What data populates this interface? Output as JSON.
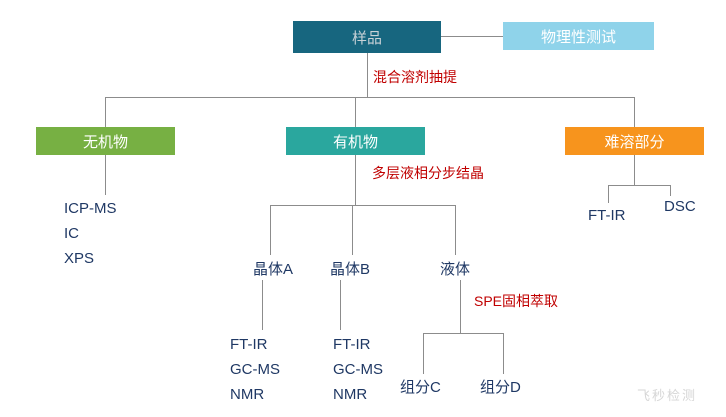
{
  "diagram": {
    "root": {
      "label": "样品"
    },
    "physical_test": {
      "label": "物理性测试"
    },
    "extraction_step": {
      "label": "混合溶剂抽提"
    },
    "inorganic": {
      "label": "无机物",
      "methods": [
        "ICP-MS",
        "IC",
        "XPS"
      ]
    },
    "organic": {
      "label": "有机物",
      "step": {
        "label": "多层液相分步结晶"
      },
      "crystal_a": {
        "label": "晶体A",
        "methods": [
          "FT-IR",
          "GC-MS",
          "NMR"
        ]
      },
      "crystal_b": {
        "label": "晶体B",
        "methods": [
          "FT-IR",
          "GC-MS",
          "NMR"
        ]
      },
      "liquid": {
        "label": "液体",
        "step": {
          "label": "SPE固相萃取"
        },
        "component_c": {
          "label": "组分C"
        },
        "component_d": {
          "label": "组分D"
        }
      }
    },
    "insoluble": {
      "label": "难溶部分",
      "methods": [
        "FT-IR",
        "DSC"
      ]
    },
    "watermark": "飞秒检测",
    "colors": {
      "root_bg": "#17667f",
      "physical_test_bg": "#8fd3ea",
      "inorganic_bg": "#77b043",
      "organic_bg": "#2aa79e",
      "insoluble_bg": "#f7941d",
      "process_text": "#c00000",
      "method_text": "#1f3864",
      "line": "#8c8c8c"
    }
  }
}
